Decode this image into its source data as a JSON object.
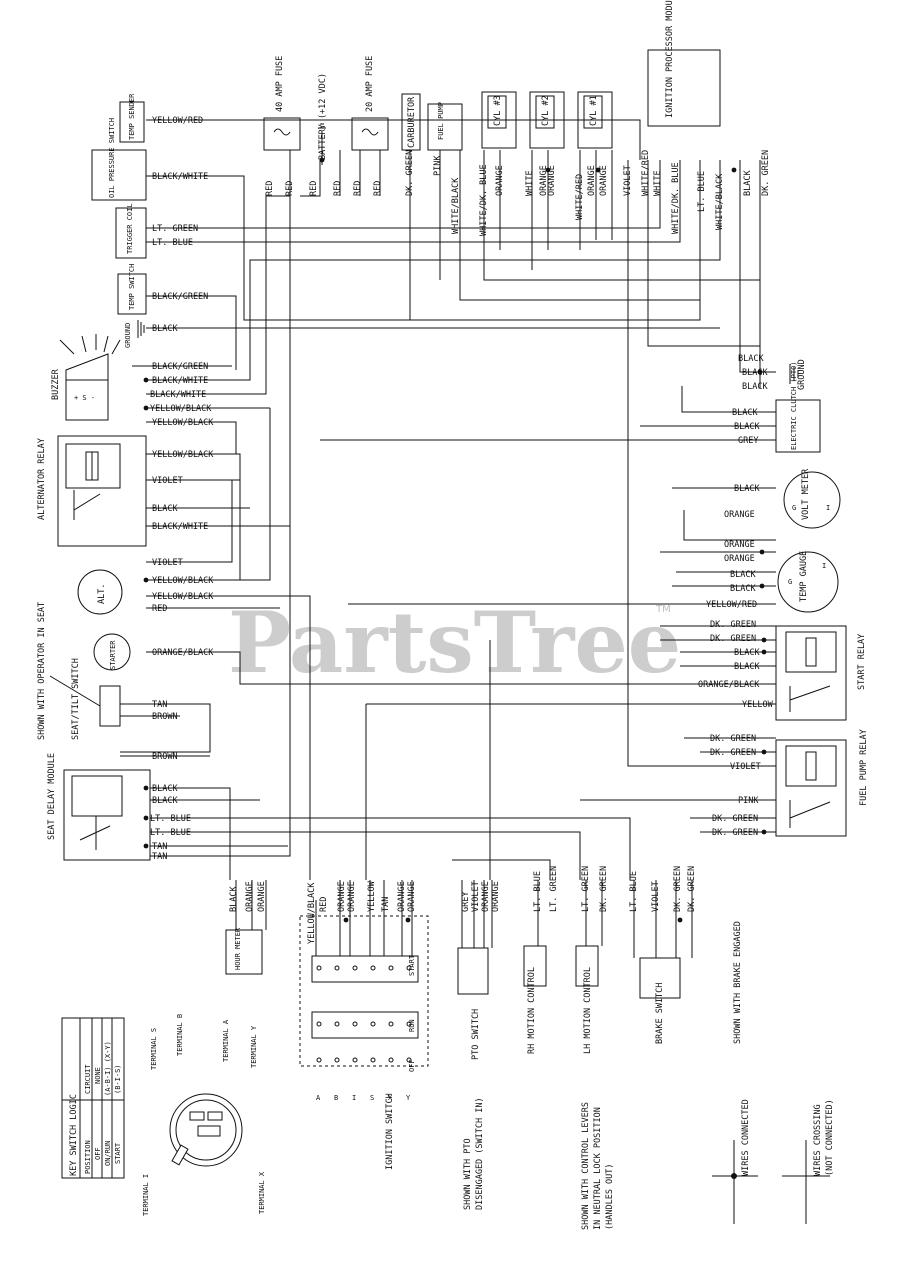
{
  "watermark": "PartsTree",
  "watermark_tm": "TM",
  "components": {
    "temp_sender": "TEMP SENDER",
    "oil_pressure_switch": "OIL PRESSURE SWITCH",
    "trigger_coil": "TRIGGER COIL",
    "temp_switch": "TEMP SWITCH",
    "ground": "GROUND",
    "buzzer": "BUZZER",
    "alternator_relay": "ALTERNATOR RELAY",
    "alt": "ALT.",
    "starter": "STARTER",
    "seat_tilt_switch": "SEAT/TILT SWITCH",
    "seat_note": "SHOWN WITH OPERATOR IN SEAT",
    "seat_delay_module": "SEAT DELAY MODULE",
    "hour_meter": "HOUR METER",
    "fuse_40": "40 AMP FUSE",
    "battery": "BATTERY (+12 VDC)",
    "fuse_20": "20 AMP FUSE",
    "carburetor": "CARBURETOR",
    "fuel_pump": "FUEL PUMP",
    "cyl3": "CYL #3",
    "cyl2": "CYL #2",
    "cyl1": "CYL #1",
    "ipm": "IGNITION PROCESSOR MODULE",
    "ground_right": "GROUND",
    "electric_clutch": "ELECTRIC CLUTCH (PTO)",
    "volt_meter": "VOLT METER",
    "temp_gauge": "TEMP GAUGE",
    "start_relay": "START RELAY",
    "fuel_pump_relay": "FUEL PUMP RELAY",
    "brake_note": "SHOWN WITH BRAKE ENGAGED",
    "brake_switch": "BRAKE SWITCH",
    "lh_motion": "LH MOTION CONTROL",
    "rh_motion": "RH MOTION CONTROL",
    "lever_note_1": "SHOWN WITH CONTROL LEVERS",
    "lever_note_2": "IN NEUTRAL LOCK POSITION",
    "lever_note_3": "(HANDLES OUT)",
    "pto_switch": "PTO SWITCH",
    "pto_note_1": "SHOWN WITH PTO",
    "pto_note_2": "DISENGAGED (SWITCH IN)",
    "ignition_switch": "IGNITION SWITCH",
    "legend_connected": "WIRES CONNECTED",
    "legend_crossing_1": "WIRES CROSSING",
    "legend_crossing_2": "(NOT CONNECTED)"
  },
  "terminals": [
    "TERMINAL S",
    "TERMINAL B",
    "TERMINAL A",
    "TERMINAL Y",
    "TERMINAL I",
    "TERMINAL X"
  ],
  "ignition_rows": [
    "START",
    "RUN",
    "OFF"
  ],
  "ignition_cols": [
    "A",
    "B",
    "I",
    "S",
    "X",
    "Y"
  ],
  "gauge_marks": {
    "volt_g": "G",
    "volt_i": "I",
    "temp_g": "G",
    "temp_i": "I"
  },
  "key_logic": {
    "title": "KEY SWITCH LOGIC",
    "headers": [
      "POSITION",
      "CIRCUIT"
    ],
    "rows": [
      [
        "OFF",
        "NONE"
      ],
      [
        "ON/RUN",
        "(A-B-I) (X-Y)"
      ],
      [
        "START",
        "(B-I-S)"
      ]
    ]
  },
  "wires_left": [
    "YELLOW/RED",
    "BLACK/WHITE",
    "LT. GREEN",
    "LT. BLUE",
    "BLACK/GREEN",
    "BLACK",
    "BLACK/GREEN",
    "BLACK/WHITE",
    "BLACK/WHITE",
    "YELLOW/BLACK",
    "YELLOW/BLACK",
    "YELLOW/BLACK",
    "VIOLET",
    "BLACK",
    "BLACK/WHITE",
    "VIOLET",
    "YELLOW/BLACK",
    "YELLOW/BLACK",
    "RED",
    "ORANGE/BLACK",
    "TAN",
    "BROWN",
    "BROWN",
    "BLACK",
    "BLACK",
    "LT. BLUE",
    "LT. BLUE",
    "TAN",
    "TAN"
  ],
  "wires_top": [
    "RED",
    "RED",
    "RED",
    "RED",
    "RED",
    "RED",
    "DK. GREEN",
    "PINK",
    "WHITE/BLACK",
    "WHITE/DK. BLUE",
    "ORANGE",
    "WHITE",
    "ORANGE",
    "ORANGE",
    "WHITE/RED",
    "ORANGE",
    "ORANGE",
    "VIOLET",
    "WHITE/RED",
    "WHITE",
    "WHITE/DK. BLUE",
    "LT. BLUE",
    "WHITE/BLACK",
    "BLACK",
    "DK. GREEN"
  ],
  "wires_right": [
    "BLACK",
    "BLACK",
    "BLACK",
    "BLACK",
    "BLACK",
    "GREY",
    "BLACK",
    "ORANGE",
    "ORANGE",
    "ORANGE",
    "BLACK",
    "BLACK",
    "YELLOW/RED",
    "DK. GREEN",
    "DK. GREEN",
    "BLACK",
    "BLACK",
    "ORANGE/BLACK",
    "YELLOW",
    "DK. GREEN",
    "DK. GREEN",
    "VIOLET",
    "PINK",
    "DK. GREEN",
    "DK. GREEN"
  ],
  "wires_bottom": [
    "BLACK",
    "ORANGE",
    "ORANGE",
    "YELLOW/BLACK",
    "RED",
    "ORANGE",
    "ORANGE",
    "YELLOW",
    "TAN",
    "ORANGE",
    "ORANGE",
    "GREY",
    "VIOLET",
    "ORANGE",
    "ORANGE",
    "LT. BLUE",
    "LT. GREEN",
    "LT. GREEN",
    "DK. GREEN",
    "LT. BLUE",
    "VIOLET",
    "DK. GREEN",
    "DK. GREEN"
  ]
}
